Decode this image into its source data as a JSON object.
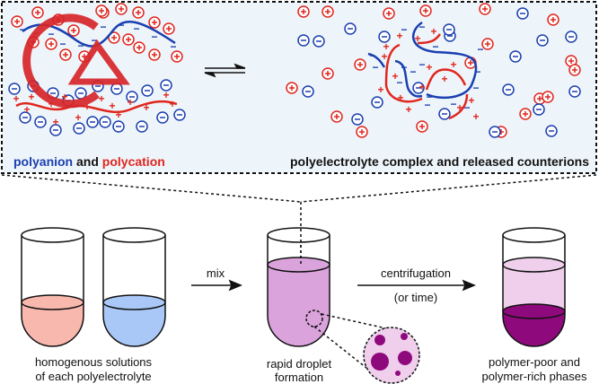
{
  "top_panel": {
    "left_caption": {
      "polyanion": "polyanion",
      "and": " and ",
      "polycation": "polycation"
    },
    "right_caption": "polyelectrolyte complex and released counterions",
    "ion_plus": "+",
    "ion_minus": "−"
  },
  "steps": {
    "mix_label": "mix",
    "centrifugation_label": "centrifugation",
    "time_label": "(or time)"
  },
  "captions": {
    "tubes_line1": "homogenous solutions",
    "tubes_line2": "of each polyelectrolyte",
    "droplet_line1": "rapid droplet",
    "droplet_line2": "formation",
    "phases_line1": "polymer-poor and",
    "phases_line2": "polymer-rich phases"
  },
  "colors": {
    "polycation": "#e0261e",
    "polyanion": "#1a3fb0",
    "panel_bg": "#eef5fa",
    "polycation_solution": "#f8b8ae",
    "polyanion_solution": "#a9c8f7",
    "mixed_solution": "#dba3dc",
    "polymer_poor": "#efcfec",
    "polymer_rich": "#8e0a7c",
    "logo": "#d7262a"
  }
}
